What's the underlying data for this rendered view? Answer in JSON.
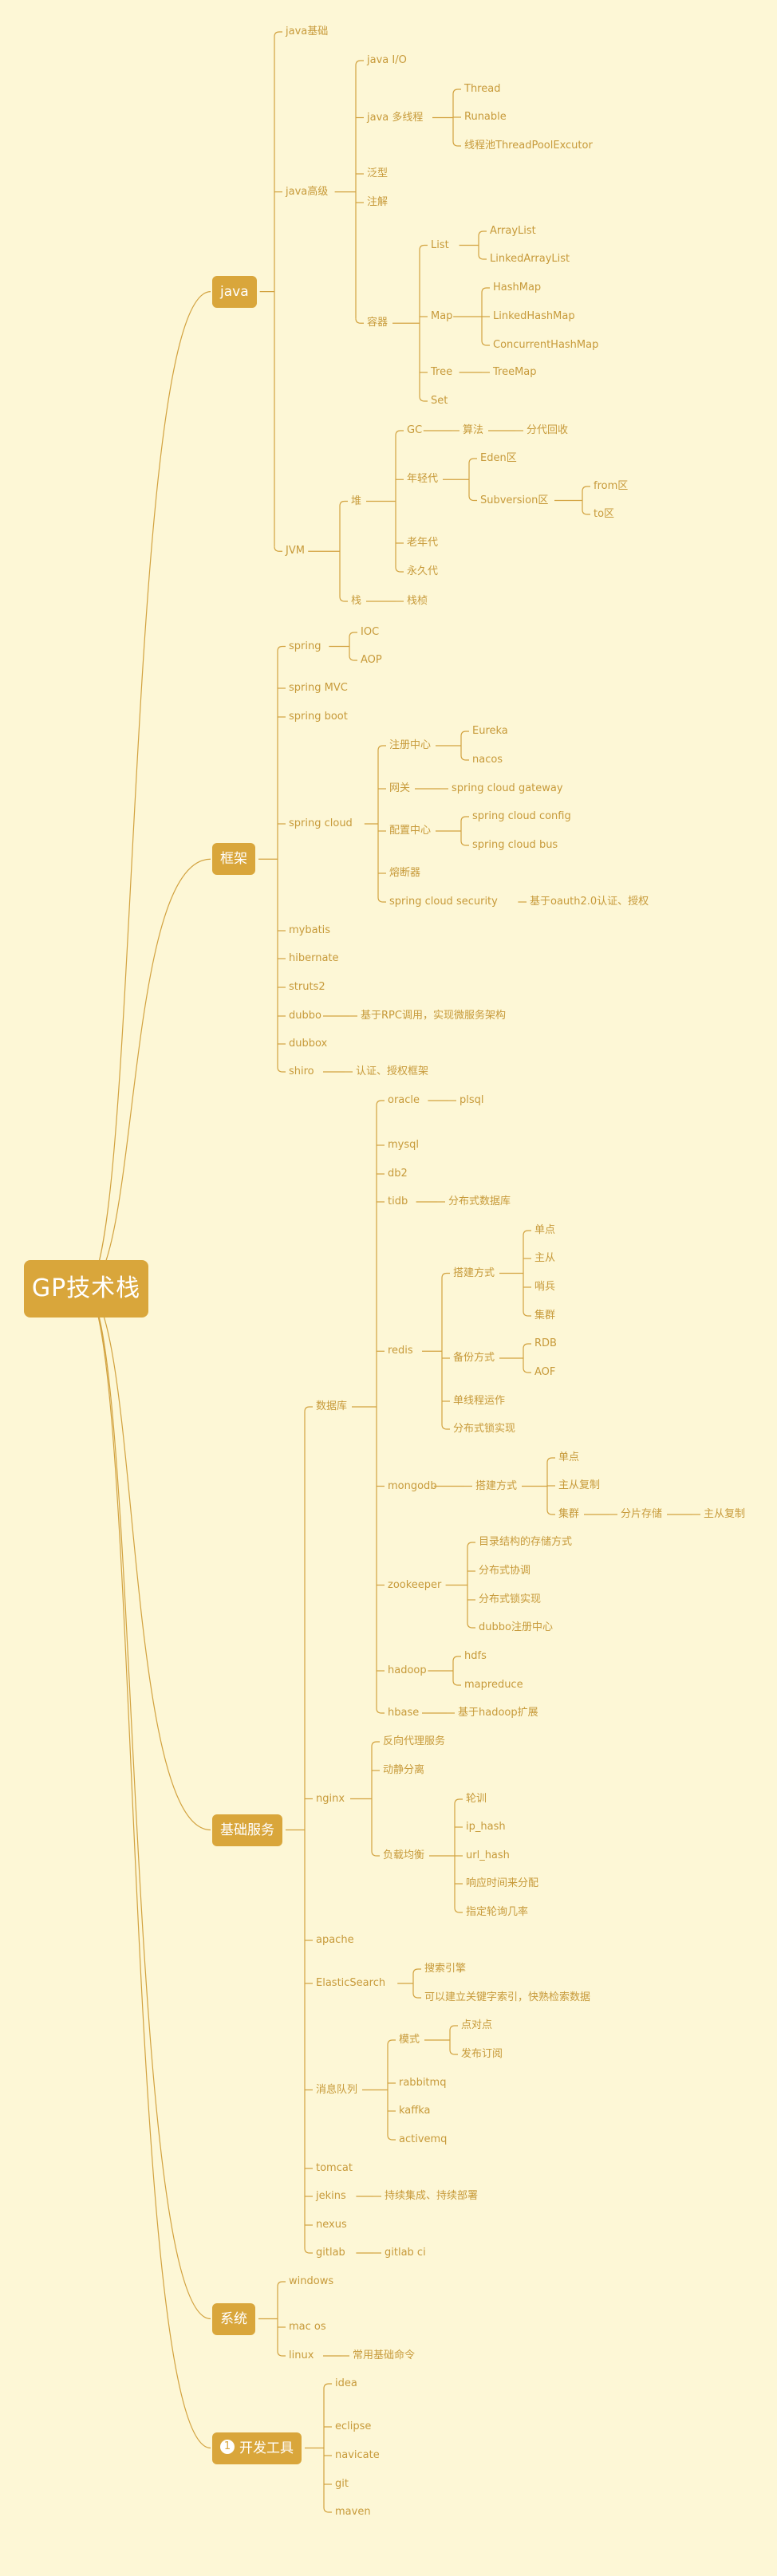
{
  "root": "GP技术栈",
  "colors": {
    "accent": "#d9a63b",
    "text": "#c79a3a",
    "line": "#d2a23f",
    "background": "#fdf7d6"
  },
  "categories": [
    {
      "label": "java",
      "children": [
        {
          "label": "java基础"
        },
        {
          "label": "java高级",
          "children": [
            {
              "label": "java I/O"
            },
            {
              "label": "java 多线程",
              "children": [
                {
                  "label": "Thread"
                },
                {
                  "label": "Runable"
                },
                {
                  "label": "线程池ThreadPoolExcutor"
                }
              ]
            },
            {
              "label": "泛型"
            },
            {
              "label": "注解"
            },
            {
              "label": "容器",
              "children": [
                {
                  "label": "List",
                  "children": [
                    {
                      "label": "ArrayList"
                    },
                    {
                      "label": "LinkedArrayList"
                    }
                  ]
                },
                {
                  "label": "Map",
                  "children": [
                    {
                      "label": "HashMap"
                    },
                    {
                      "label": "LinkedHashMap"
                    },
                    {
                      "label": "ConcurrentHashMap"
                    }
                  ]
                },
                {
                  "label": "Tree",
                  "children": [
                    {
                      "label": "TreeMap"
                    }
                  ]
                },
                {
                  "label": "Set"
                }
              ]
            }
          ]
        },
        {
          "label": "JVM",
          "children": [
            {
              "label": "堆",
              "children": [
                {
                  "label": "GC",
                  "children": [
                    {
                      "label": "算法",
                      "children": [
                        {
                          "label": "分代回收"
                        }
                      ]
                    }
                  ]
                },
                {
                  "label": "年轻代",
                  "children": [
                    {
                      "label": "Eden区"
                    },
                    {
                      "label": "Subversion区",
                      "children": [
                        {
                          "label": "from区"
                        },
                        {
                          "label": "to区"
                        }
                      ]
                    }
                  ]
                },
                {
                  "label": "老年代"
                },
                {
                  "label": "永久代"
                }
              ]
            },
            {
              "label": "栈",
              "children": [
                {
                  "label": "栈桢"
                }
              ]
            }
          ]
        }
      ]
    },
    {
      "label": "框架",
      "children": [
        {
          "label": "spring",
          "children": [
            {
              "label": "IOC"
            },
            {
              "label": "AOP"
            }
          ]
        },
        {
          "label": "spring MVC"
        },
        {
          "label": "spring boot"
        },
        {
          "label": "spring cloud",
          "children": [
            {
              "label": "注册中心",
              "children": [
                {
                  "label": "Eureka"
                },
                {
                  "label": "nacos"
                }
              ]
            },
            {
              "label": "网关",
              "children": [
                {
                  "label": "spring cloud gateway"
                }
              ]
            },
            {
              "label": "配置中心",
              "children": [
                {
                  "label": "spring cloud config"
                },
                {
                  "label": "spring cloud bus"
                }
              ]
            },
            {
              "label": "熔断器"
            },
            {
              "label": "spring cloud security",
              "children": [
                {
                  "label": "基于oauth2.0认证、授权"
                }
              ]
            }
          ]
        },
        {
          "label": "mybatis"
        },
        {
          "label": "hibernate"
        },
        {
          "label": "struts2"
        },
        {
          "label": "dubbo",
          "children": [
            {
              "label": "基于RPC调用，实现微服务架构"
            }
          ]
        },
        {
          "label": "dubbox"
        },
        {
          "label": "shiro",
          "children": [
            {
              "label": "认证、授权框架"
            }
          ]
        }
      ]
    },
    {
      "label": "基础服务",
      "children": [
        {
          "label": "数据库",
          "children": [
            {
              "label": "oracle",
              "children": [
                {
                  "label": "plsql"
                }
              ]
            },
            {
              "label": "mysql"
            },
            {
              "label": "db2"
            },
            {
              "label": "tidb",
              "children": [
                {
                  "label": "分布式数据库"
                }
              ]
            },
            {
              "label": "redis",
              "children": [
                {
                  "label": "搭建方式",
                  "children": [
                    {
                      "label": "单点"
                    },
                    {
                      "label": "主从"
                    },
                    {
                      "label": "哨兵"
                    },
                    {
                      "label": "集群"
                    }
                  ]
                },
                {
                  "label": "备份方式",
                  "children": [
                    {
                      "label": "RDB"
                    },
                    {
                      "label": "AOF"
                    }
                  ]
                },
                {
                  "label": "单线程运作"
                },
                {
                  "label": "分布式锁实现"
                }
              ]
            },
            {
              "label": "mongodb",
              "children": [
                {
                  "label": "搭建方式",
                  "children": [
                    {
                      "label": "单点"
                    },
                    {
                      "label": "主从复制"
                    },
                    {
                      "label": "集群",
                      "children": [
                        {
                          "label": "分片存储",
                          "children": [
                            {
                              "label": "主从复制"
                            }
                          ]
                        }
                      ]
                    }
                  ]
                }
              ]
            },
            {
              "label": "zookeeper",
              "children": [
                {
                  "label": "目录结构的存储方式"
                },
                {
                  "label": "分布式协调"
                },
                {
                  "label": "分布式锁实现"
                },
                {
                  "label": "dubbo注册中心"
                }
              ]
            },
            {
              "label": "hadoop",
              "children": [
                {
                  "label": "hdfs"
                },
                {
                  "label": "mapreduce"
                }
              ]
            },
            {
              "label": "hbase",
              "children": [
                {
                  "label": "基于hadoop扩展"
                }
              ]
            }
          ]
        },
        {
          "label": "nginx",
          "children": [
            {
              "label": "反向代理服务"
            },
            {
              "label": "动静分离"
            },
            {
              "label": "负载均衡",
              "children": [
                {
                  "label": "轮训"
                },
                {
                  "label": "ip_hash"
                },
                {
                  "label": "url_hash"
                },
                {
                  "label": "响应时间来分配"
                },
                {
                  "label": "指定轮询几率"
                }
              ]
            }
          ]
        },
        {
          "label": "apache"
        },
        {
          "label": "ElasticSearch",
          "children": [
            {
              "label": "搜索引擎"
            },
            {
              "label": "可以建立关键字索引，快熟检索数据"
            }
          ]
        },
        {
          "label": "消息队列",
          "children": [
            {
              "label": "模式",
              "children": [
                {
                  "label": "点对点"
                },
                {
                  "label": "发布订阅"
                }
              ]
            },
            {
              "label": "rabbitmq"
            },
            {
              "label": "kaffka"
            },
            {
              "label": "activemq"
            }
          ]
        },
        {
          "label": "tomcat"
        },
        {
          "label": "jekins",
          "children": [
            {
              "label": "持续集成、持续部署"
            }
          ]
        },
        {
          "label": "nexus"
        },
        {
          "label": "gitlab",
          "children": [
            {
              "label": "gitlab ci"
            }
          ]
        }
      ]
    },
    {
      "label": "系统",
      "children": [
        {
          "label": "windows"
        },
        {
          "label": "mac os"
        },
        {
          "label": "linux",
          "children": [
            {
              "label": "常用基础命令"
            }
          ]
        }
      ]
    },
    {
      "label": "开发工具",
      "badge": "1",
      "children": [
        {
          "label": "idea"
        },
        {
          "label": "eclipse"
        },
        {
          "label": "navicate"
        },
        {
          "label": "git"
        },
        {
          "label": "maven"
        }
      ]
    }
  ]
}
